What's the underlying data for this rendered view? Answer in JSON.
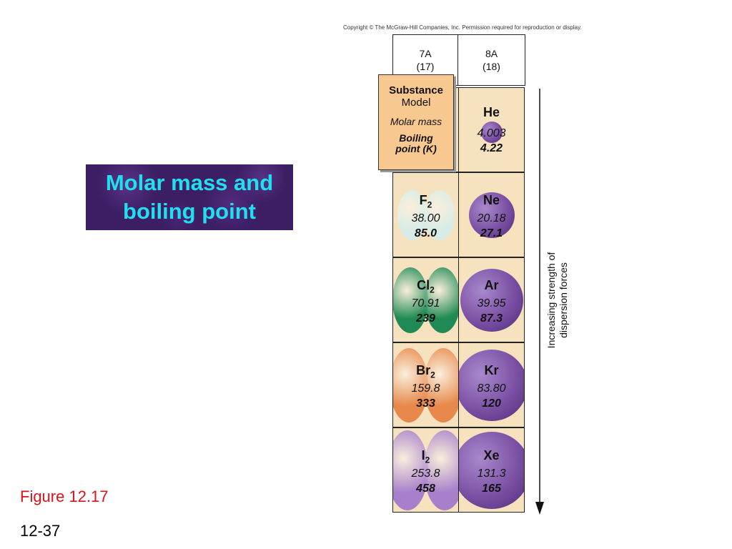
{
  "copyright": "Copyright © The McGraw-Hill Companies, Inc. Permission required for reproduction or display.",
  "title_lines": [
    "Molar mass and",
    "boiling point"
  ],
  "figure_label": "Figure 12.17",
  "slide_number": "12-37",
  "table": {
    "columns": [
      {
        "group": "7A",
        "number": "(17)"
      },
      {
        "group": "8A",
        "number": "(18)"
      }
    ],
    "legend": {
      "substance": "Substance",
      "model": "Model",
      "molar_mass": "Molar mass",
      "boiling_point_line1": "Boiling",
      "boiling_point_line2": "point (K)"
    },
    "rows": [
      {
        "group18": {
          "formula": "He",
          "molar_mass": "4.003",
          "boiling_point": "4.22",
          "color": "#7a4fa3"
        }
      },
      {
        "group17": {
          "symbol": "F",
          "subscript": "2",
          "molar_mass": "38.00",
          "boiling_point": "85.0",
          "color": "#d7ece6"
        },
        "group18": {
          "formula": "Ne",
          "molar_mass": "20.18",
          "boiling_point": "27.1",
          "color": "#7a4fa3"
        }
      },
      {
        "group17": {
          "symbol": "Cl",
          "subscript": "2",
          "molar_mass": "70.91",
          "boiling_point": "239",
          "color": "#1f8a55"
        },
        "group18": {
          "formula": "Ar",
          "molar_mass": "39.95",
          "boiling_point": "87.3",
          "color": "#7a4fa3"
        }
      },
      {
        "group17": {
          "symbol": "Br",
          "subscript": "2",
          "molar_mass": "159.8",
          "boiling_point": "333",
          "color": "#e8884a"
        },
        "group18": {
          "formula": "Kr",
          "molar_mass": "83.80",
          "boiling_point": "120",
          "color": "#7a4fa3"
        }
      },
      {
        "group17": {
          "symbol": "I",
          "subscript": "2",
          "molar_mass": "253.8",
          "boiling_point": "458",
          "color": "#a77fcb"
        },
        "group18": {
          "formula": "Xe",
          "molar_mass": "131.3",
          "boiling_point": "165",
          "color": "#7a4fa3"
        }
      }
    ]
  },
  "arrow_label_lines": [
    "Increasing strength of",
    "dispersion forces"
  ]
}
